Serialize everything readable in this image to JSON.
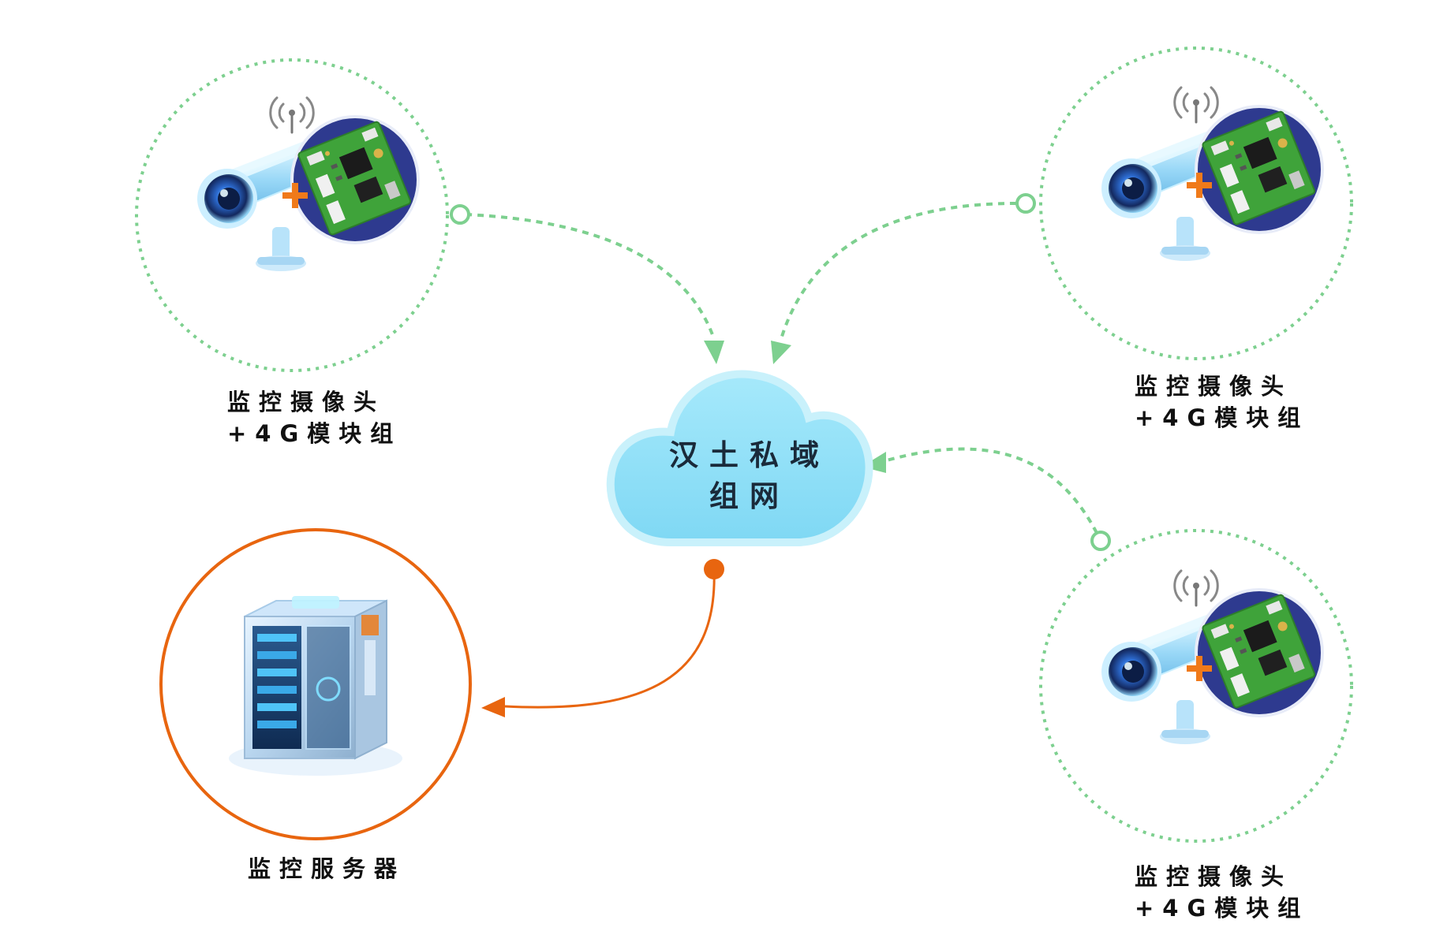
{
  "cloud": {
    "line1": "汉土私域",
    "line2": "组网"
  },
  "nodes": [
    {
      "id": "camera-top-left",
      "line1": "监控摄像头",
      "line2": "+4G模块组"
    },
    {
      "id": "camera-top-right",
      "line1": "监控摄像头",
      "line2": "+4G模块组"
    },
    {
      "id": "camera-bottom-right",
      "line1": "监控摄像头",
      "line2": "+4G模块组"
    },
    {
      "id": "server",
      "line1": "监控服务器"
    }
  ],
  "colors": {
    "green_link": "#7dd08f",
    "orange_link": "#e8650f",
    "cloud_fill": "#8fe0f7",
    "cloud_stroke": "#c9f1fb",
    "module_bg": "#2e3a8f",
    "pcb_green": "#3fa33a",
    "plus_orange": "#f07a1a"
  },
  "icons": [
    "wifi-signal-icon",
    "camera-icon",
    "pcb-module-icon",
    "plus-icon",
    "server-icon",
    "cloud-icon"
  ]
}
